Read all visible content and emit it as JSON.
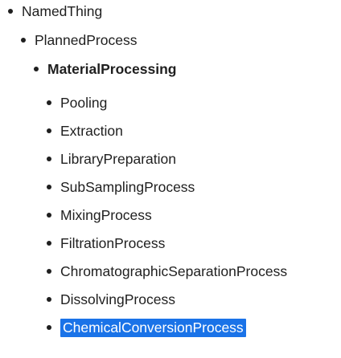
{
  "tree": {
    "root": "NamedThing",
    "level1": "PlannedProcess",
    "level2": "MaterialProcessing",
    "children": [
      "Pooling",
      "Extraction",
      "LibraryPreparation",
      "SubSamplingProcess",
      "MixingProcess",
      "FiltrationProcess",
      "ChromatographicSeparationProcess",
      "DissolvingProcess",
      "ChemicalConversionProcess"
    ],
    "selected_index": 8
  },
  "colors": {
    "text": "#1f1f1f",
    "selection_bg": "#1a73e8",
    "selection_text": "#ffffff"
  }
}
